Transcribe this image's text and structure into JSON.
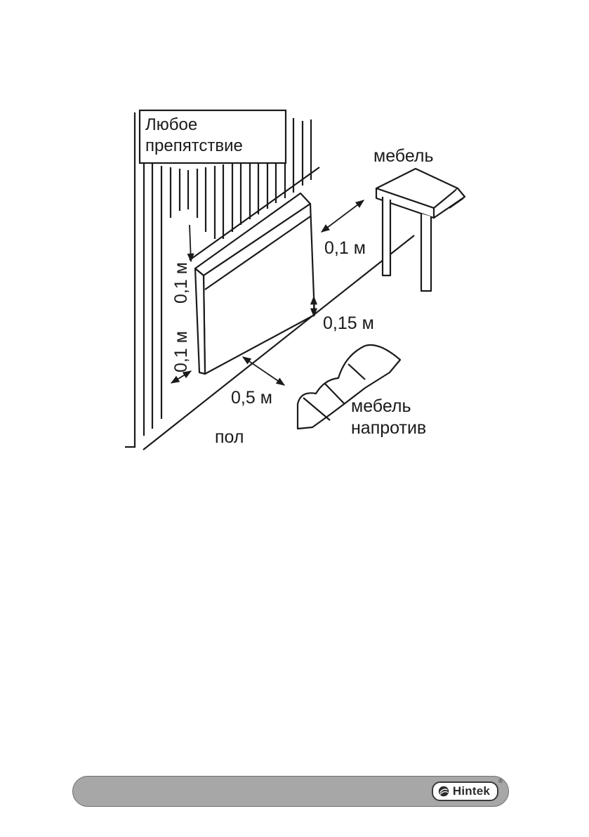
{
  "diagram": {
    "obstacle_label_line1": "Любое",
    "obstacle_label_line2": "препятствие",
    "furniture_label": "мебель",
    "gap_furniture_side": "0,1 м",
    "gap_top": "0,1 м",
    "gap_wall_side": "0,1 м",
    "gap_floor": "0,15 м",
    "gap_front": "0,5 м",
    "opposite_furniture_line1": "мебель",
    "opposite_furniture_line2": "напротив",
    "floor_label": "пол"
  },
  "footer": {
    "brand_name": "Hintek",
    "brand_mark": "®",
    "bar_color": "#a7a7a7"
  }
}
